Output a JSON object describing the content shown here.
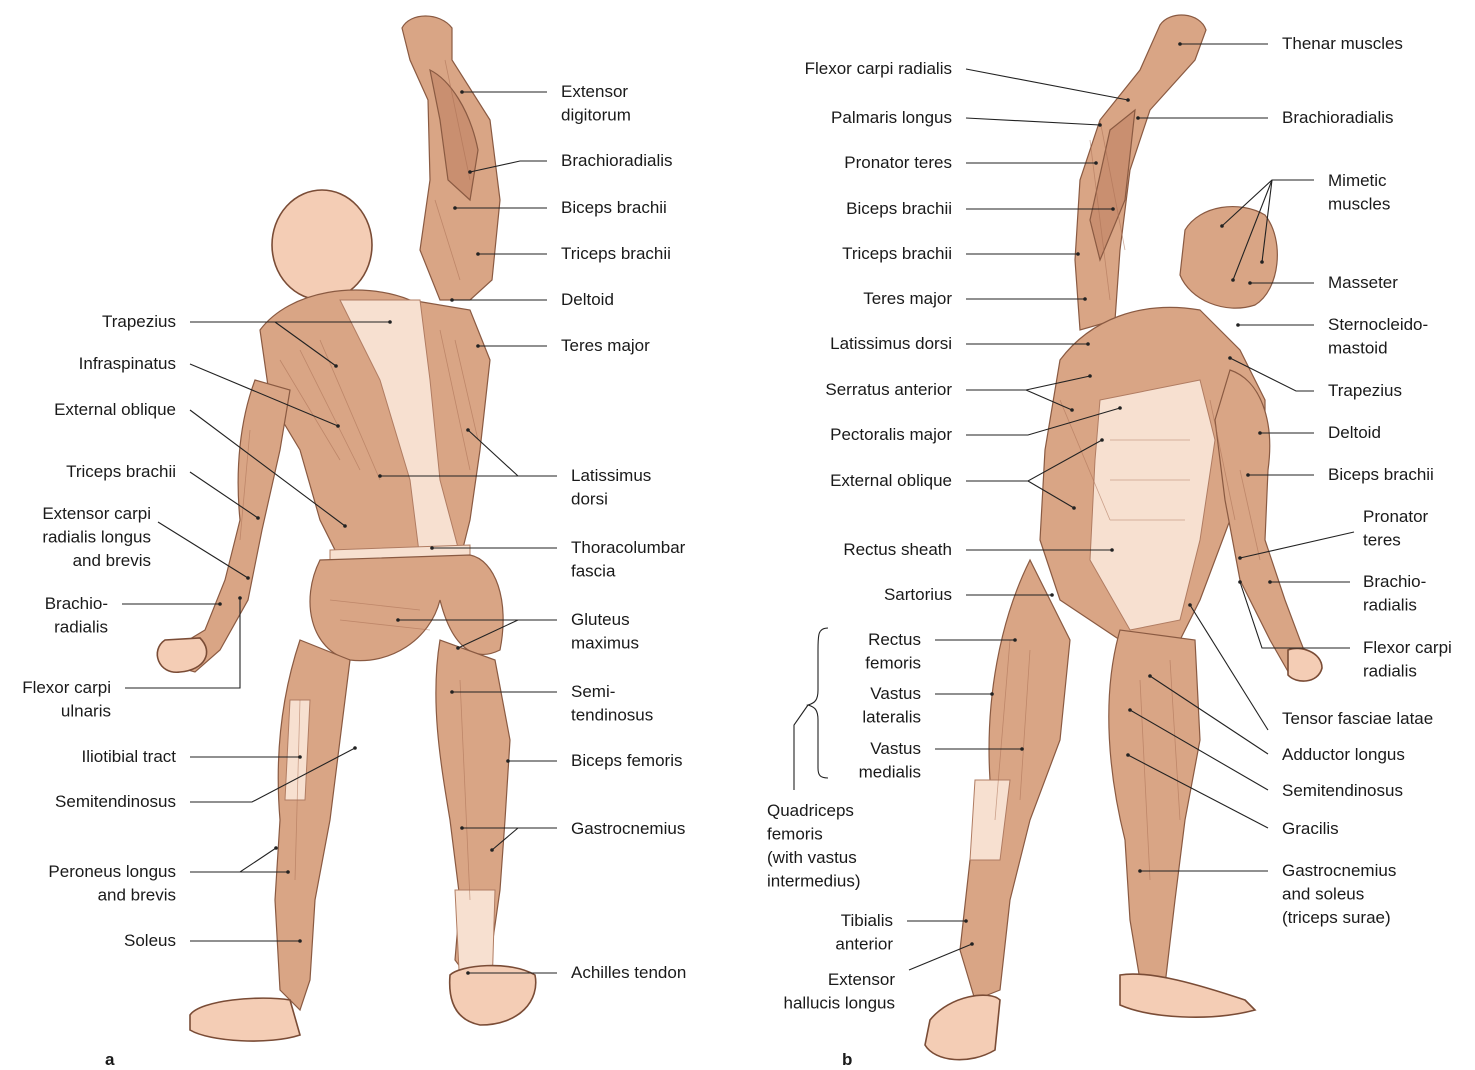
{
  "panels": {
    "a": "a",
    "b": "b"
  },
  "labels_a": {
    "extensor_digitorum": [
      "Extensor",
      "digitorum"
    ],
    "brachioradialis_r": [
      "Brachioradialis"
    ],
    "biceps_brachii": [
      "Biceps brachii"
    ],
    "triceps_brachii_r": [
      "Triceps brachii"
    ],
    "deltoid": [
      "Deltoid"
    ],
    "teres_major": [
      "Teres major"
    ],
    "latissimus_dorsi": [
      "Latissimus",
      "dorsi"
    ],
    "thoracolumbar_fascia": [
      "Thoracolumbar",
      "fascia"
    ],
    "gluteus_maximus": [
      "Gluteus",
      "maximus"
    ],
    "semitendinosus_r": [
      "Semi-",
      "tendinosus"
    ],
    "biceps_femoris": [
      "Biceps femoris"
    ],
    "gastrocnemius": [
      "Gastrocnemius"
    ],
    "achilles_tendon": [
      "Achilles tendon"
    ],
    "trapezius": [
      "Trapezius"
    ],
    "infraspinatus": [
      "Infraspinatus"
    ],
    "external_oblique": [
      "External oblique"
    ],
    "triceps_brachii_l": [
      "Triceps brachii"
    ],
    "extensor_carpi": [
      "Extensor carpi",
      "radialis longus",
      "and brevis"
    ],
    "brachioradialis_l": [
      "Brachio-",
      "radialis"
    ],
    "flexor_carpi_ulnaris": [
      "Flexor carpi",
      "ulnaris"
    ],
    "iliotibial_tract": [
      "Iliotibial tract"
    ],
    "semitendinosus_l": [
      "Semitendinosus"
    ],
    "peroneus": [
      "Peroneus longus",
      "and brevis"
    ],
    "soleus": [
      "Soleus"
    ]
  },
  "labels_b": {
    "flexor_carpi_radialis_l": [
      "Flexor carpi radialis"
    ],
    "palmaris_longus": [
      "Palmaris longus"
    ],
    "pronator_teres_l": [
      "Pronator teres"
    ],
    "biceps_brachii_l": [
      "Biceps brachii"
    ],
    "triceps_brachii": [
      "Triceps brachii"
    ],
    "teres_major": [
      "Teres major"
    ],
    "latissimus_dorsi": [
      "Latissimus dorsi"
    ],
    "serratus_anterior": [
      "Serratus anterior"
    ],
    "pectoralis_major": [
      "Pectoralis major"
    ],
    "external_oblique": [
      "External oblique"
    ],
    "rectus_sheath": [
      "Rectus sheath"
    ],
    "sartorius": [
      "Sartorius"
    ],
    "rectus_femoris": [
      "Rectus",
      "femoris"
    ],
    "vastus_lateralis": [
      "Vastus",
      "lateralis"
    ],
    "vastus_medialis": [
      "Vastus",
      "medialis"
    ],
    "quadriceps": [
      "Quadriceps",
      "femoris",
      "(with vastus",
      "intermedius)"
    ],
    "tibialis_anterior": [
      "Tibialis",
      "anterior"
    ],
    "extensor_hallucis": [
      "Extensor",
      "hallucis longus"
    ],
    "thenar": [
      "Thenar muscles"
    ],
    "brachioradialis_r": [
      "Brachioradialis"
    ],
    "mimetic": [
      "Mimetic",
      "muscles"
    ],
    "masseter": [
      "Masseter"
    ],
    "sternocleidomastoid": [
      "Sternocleido-",
      "mastoid"
    ],
    "trapezius": [
      "Trapezius"
    ],
    "deltoid": [
      "Deltoid"
    ],
    "biceps_brachii_r": [
      "Biceps brachii"
    ],
    "pronator_teres_r": [
      "Pronator",
      "teres"
    ],
    "brachioradialis_r2": [
      "Brachio-",
      "radialis"
    ],
    "flexor_carpi_radialis_r": [
      "Flexor carpi",
      "radialis"
    ],
    "tensor_fasciae": [
      "Tensor fasciae latae"
    ],
    "adductor_longus": [
      "Adductor longus"
    ],
    "semitendinosus": [
      "Semitendinosus"
    ],
    "gracilis": [
      "Gracilis"
    ],
    "gastrocnemius_soleus": [
      "Gastrocnemius",
      "and soleus",
      "(triceps surae)"
    ]
  }
}
